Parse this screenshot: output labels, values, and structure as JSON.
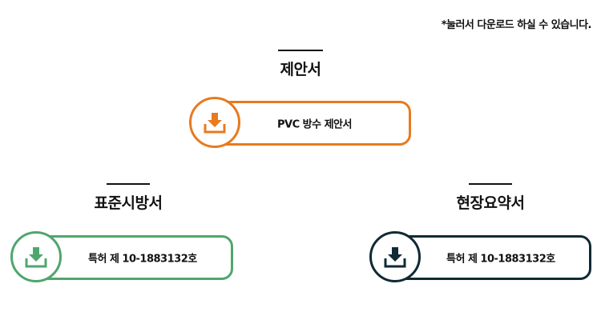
{
  "note": "*눌러서 다운로드 하실 수 있습니다.",
  "sections": [
    {
      "title": "제안서",
      "button_label": "PVC 방수 제안서",
      "icon": "download-icon",
      "color": "#E87A1F"
    },
    {
      "title": "표준시방서",
      "button_label": "특허 제 10-1883132호",
      "icon": "download-icon",
      "color": "#4FA66D"
    },
    {
      "title": "현장요약서",
      "button_label": "특허 제 10-1883132호",
      "icon": "download-icon",
      "color": "#0F2A35"
    }
  ]
}
